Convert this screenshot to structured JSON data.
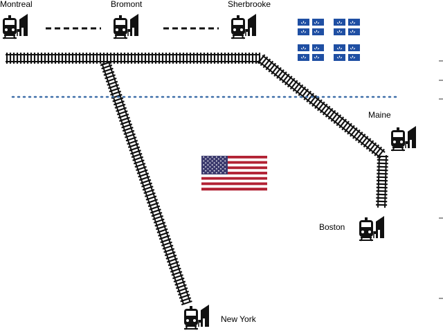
{
  "stations": [
    {
      "name": "Montreal"
    },
    {
      "name": "Bromont"
    },
    {
      "name": "Sherbrooke"
    },
    {
      "name": "Maine"
    },
    {
      "name": "Boston"
    },
    {
      "name": "New York"
    }
  ],
  "icons": {
    "station": "train-station-icon",
    "quebec_flag": "quebec-flag-icon",
    "us_flag": "us-flag-icon"
  },
  "colors": {
    "track": "#111111",
    "border_dots": "#3d6ea8",
    "quebec_blue": "#1f4fa3",
    "us_red": "#b22234",
    "us_blue": "#3c3b6e"
  }
}
